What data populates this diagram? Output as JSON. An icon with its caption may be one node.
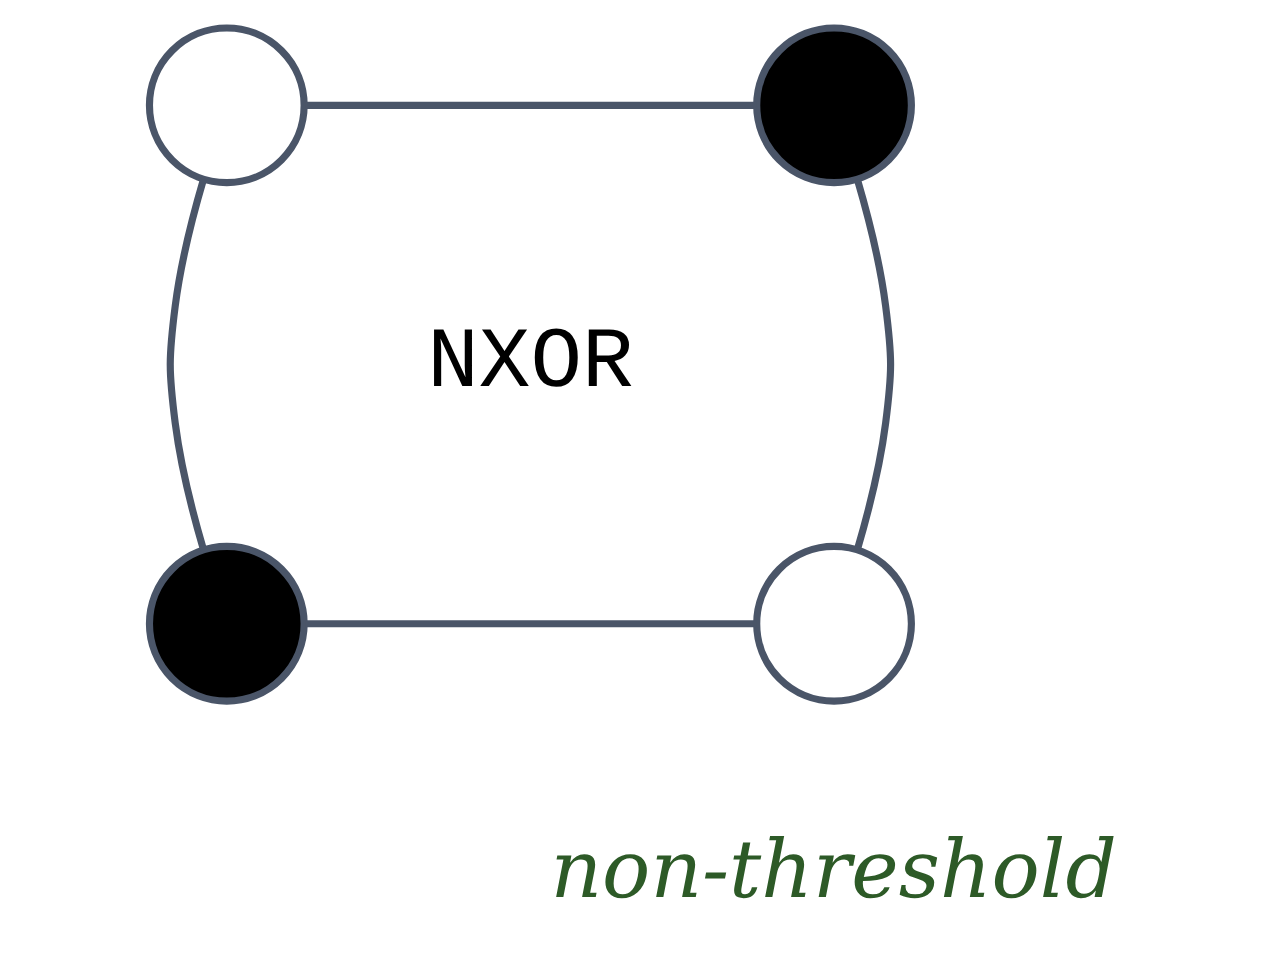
{
  "diagram": {
    "nodes": [
      {
        "text": [],
        "shape": "circle"
      },
      {
        "text": [],
        "shape": "circle"
      },
      {
        "text": [],
        "shape": "circle"
      },
      {
        "text": [],
        "shape": "circle"
      }
    ],
    "edges": [
      {
        "from": 0,
        "to": 1,
        "arrow": "none"
      },
      {
        "from": 0,
        "to": 2,
        "arrow": "none"
      },
      {
        "from": 1,
        "to": 3,
        "arrow": "none"
      },
      {
        "from": 2,
        "to": 3,
        "arrow": "none"
      }
    ],
    "labels": [
      "NXOR",
      "non-threshold"
    ]
  }
}
